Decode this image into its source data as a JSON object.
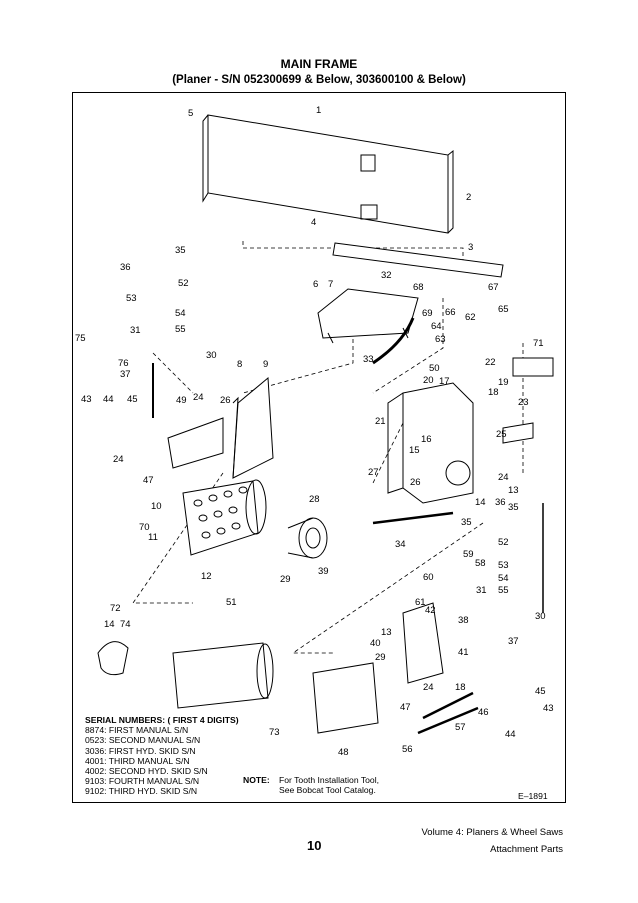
{
  "title": "MAIN FRAME",
  "subtitle": "(Planer - S/N 052300699 & Below, 303600100 & Below)",
  "serial_numbers": {
    "heading": "SERIAL NUMBERS: ( FIRST 4 DIGITS)",
    "lines": [
      "8874: FIRST MANUAL S/N",
      "0523: SECOND MANUAL S/N",
      "3036: FIRST HYD. SKID S/N",
      "4001: THIRD MANUAL S/N",
      "4002: SECOND HYD. SKID S/N",
      "9103: FOURTH MANUAL S/N",
      "9102: THIRD HYD. SKID S/N"
    ]
  },
  "note": {
    "label": "NOTE:",
    "lines": [
      "For Tooth Installation Tool,",
      "See Bobcat Tool Catalog."
    ]
  },
  "figure_code": "E–1891",
  "page_number": "10",
  "footer": {
    "line1": "Volume 4: Planers & Wheel Saws",
    "line2": "Attachment Parts"
  },
  "callouts": [
    "1",
    "2",
    "3",
    "4",
    "5",
    "6",
    "7",
    "8",
    "9",
    "10",
    "11",
    "12",
    "13",
    "13",
    "14",
    "14",
    "15",
    "16",
    "17",
    "18",
    "18",
    "19",
    "20",
    "21",
    "22",
    "23",
    "24",
    "24",
    "24",
    "24",
    "25",
    "26",
    "26",
    "27",
    "28",
    "29",
    "29",
    "30",
    "30",
    "31",
    "31",
    "32",
    "33",
    "34",
    "35",
    "35",
    "35",
    "36",
    "36",
    "37",
    "37",
    "38",
    "39",
    "40",
    "41",
    "42",
    "43",
    "43",
    "44",
    "44",
    "45",
    "45",
    "46",
    "47",
    "47",
    "48",
    "49",
    "50",
    "51",
    "52",
    "52",
    "53",
    "53",
    "54",
    "54",
    "55",
    "55",
    "56",
    "57",
    "58",
    "59",
    "60",
    "61",
    "62",
    "63",
    "64",
    "65",
    "66",
    "67",
    "68",
    "69",
    "70",
    "71",
    "72",
    "73",
    "74",
    "75",
    "76"
  ]
}
